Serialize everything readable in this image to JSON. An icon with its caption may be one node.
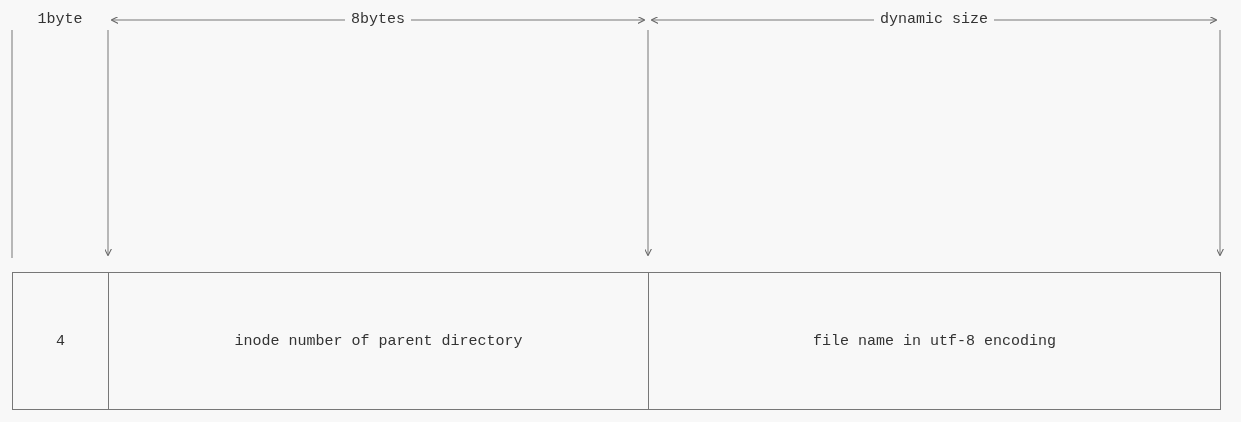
{
  "diagram": {
    "nodes": [
      {
        "text": [
          "4"
        ]
      },
      {
        "text": [
          "inode number of parent directory"
        ]
      },
      {
        "text": [
          "file name in utf-8 encoding"
        ]
      }
    ],
    "labels": [
      "1byte",
      "8bytes",
      "dynamic size"
    ]
  }
}
